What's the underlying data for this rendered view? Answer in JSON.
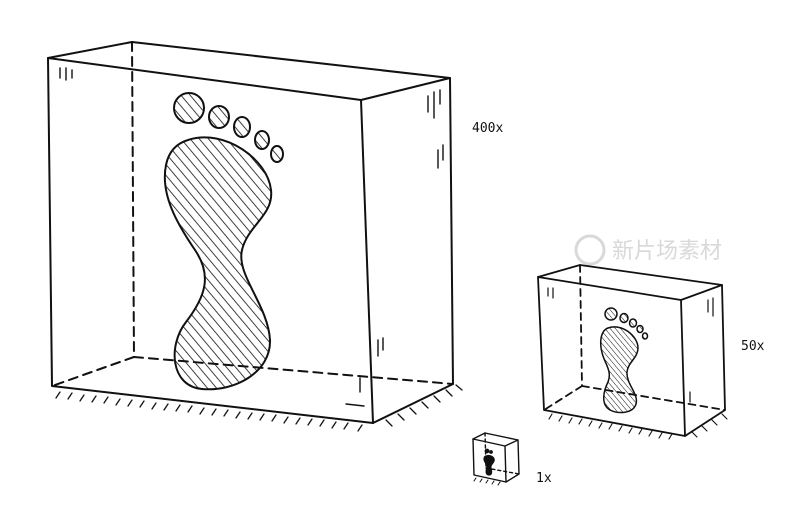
{
  "illustration": {
    "style": "hand-drawn black ink sketch",
    "ink_color": "#111111",
    "background_color": "#ffffff",
    "watermark": {
      "text": "新片场素材",
      "color": "#d9d9d9"
    },
    "boxes": [
      {
        "id": "large",
        "label": "400x",
        "contains": "footprint-icon"
      },
      {
        "id": "medium",
        "label": "50x",
        "contains": "footprint-icon"
      },
      {
        "id": "small",
        "label": "1x",
        "contains": "footprint-icon"
      }
    ]
  }
}
